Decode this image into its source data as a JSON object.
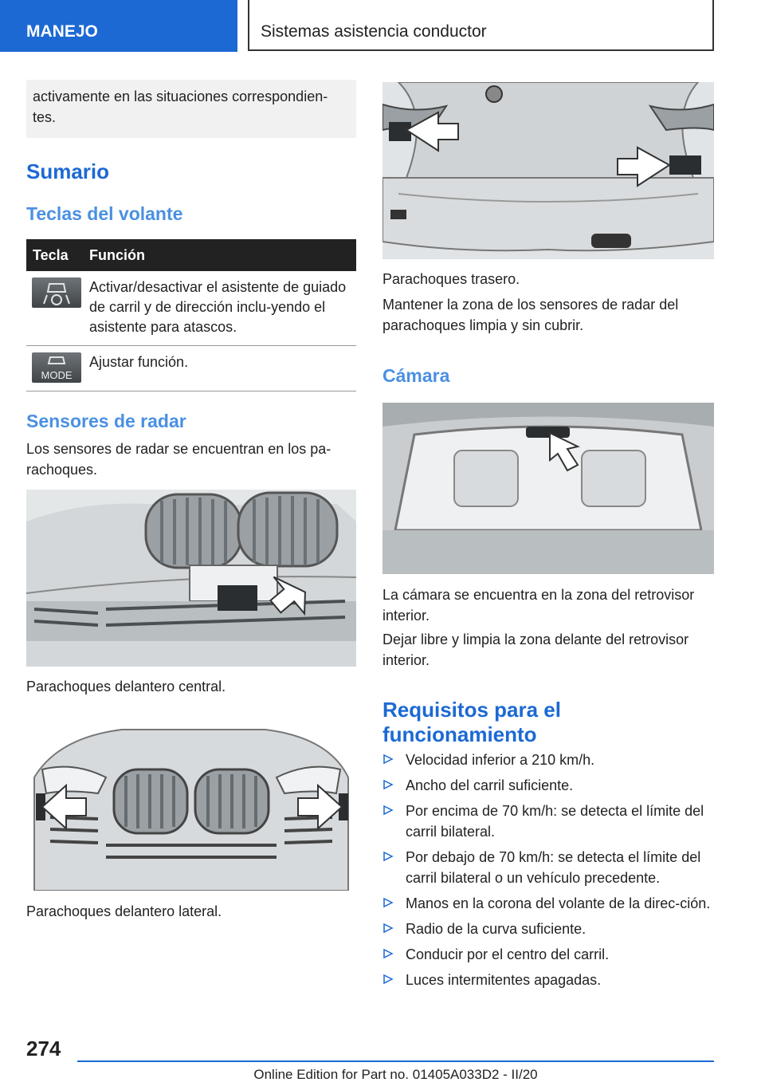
{
  "header": {
    "section": "MANEJO",
    "chapter": "Sistemas asistencia conductor"
  },
  "left": {
    "note": "activamente en las situaciones correspondien-tes.",
    "heading_sumario": "Sumario",
    "heading_teclas": "Teclas del volante",
    "table": {
      "col_key": "Tecla",
      "col_function": "Función",
      "rows": [
        {
          "icon": "steering-assistant-button-icon",
          "function": "Activar/desactivar el asistente de guiado de carril y de dirección inclu-yendo el asistente para atascos."
        },
        {
          "icon": "mode-button-icon",
          "function": "Ajustar función."
        }
      ]
    },
    "heading_radar": "Sensores de radar",
    "radar_text": "Los sensores de radar se encuentran en los pa-rachoques.",
    "caption_front_center": "Parachoques delantero central.",
    "caption_front_side": "Parachoques delantero lateral.",
    "mode_label": "MODE"
  },
  "right": {
    "caption_rear": "Parachoques trasero.",
    "rear_text": "Mantener la zona de los sensores de radar del parachoques limpia y sin cubrir.",
    "heading_camera": "Cámara",
    "camera_text1": "La cámara se encuentra en la zona del retrovisor interior.",
    "camera_text2": "Dejar libre y limpia la zona delante del retrovisor interior.",
    "heading_requirements": "Requisitos para el funcionamiento",
    "requirements": [
      "Velocidad inferior a 210 km/h.",
      "Ancho del carril suficiente.",
      "Por encima de 70 km/h: se detecta el límite del carril bilateral.",
      "Por debajo de 70 km/h: se detecta el límite del carril bilateral o un vehículo precedente.",
      "Manos en la corona del volante de la direc-ción.",
      "Radio de la curva suficiente.",
      "Conducir por el centro del carril.",
      "Luces intermitentes apagadas."
    ]
  },
  "footer": {
    "page_number": "274",
    "edition": "Online Edition for Part no. 01405A033D2 - II/20"
  },
  "colors": {
    "accent": "#1c69d4",
    "subheading": "#4a90e2"
  }
}
